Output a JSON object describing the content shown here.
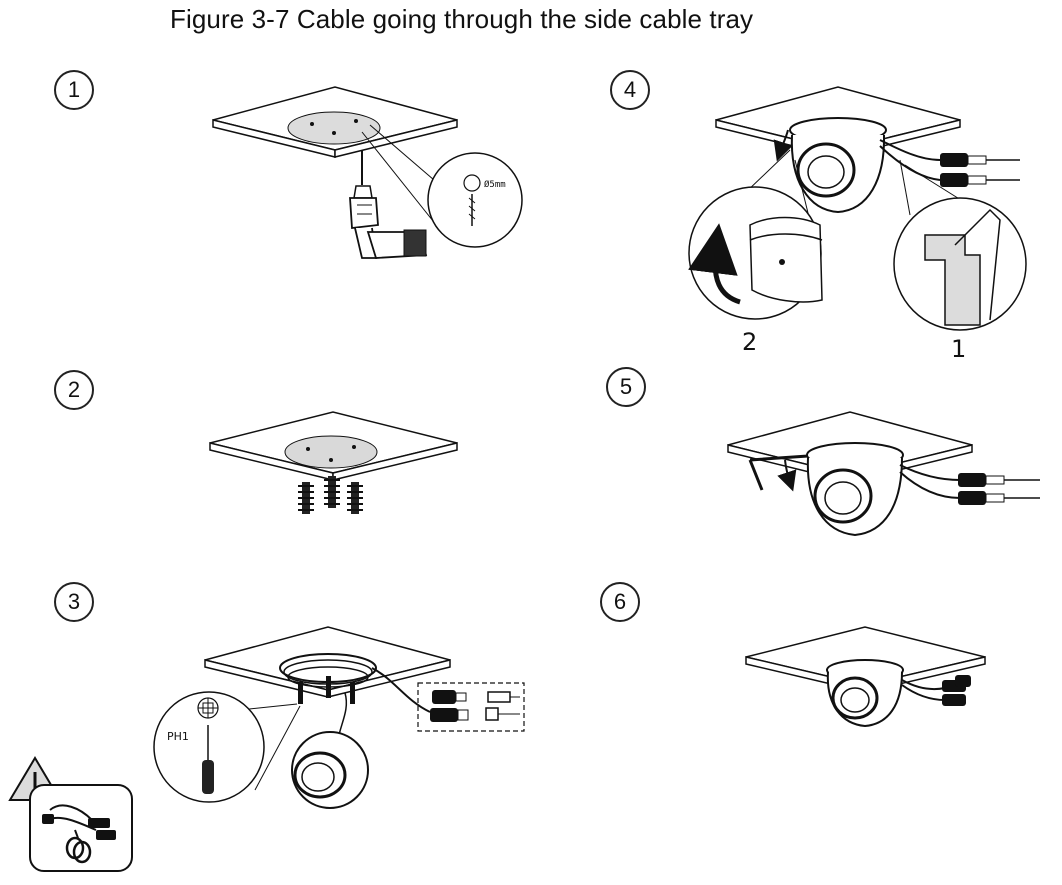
{
  "figure": {
    "caption": "Figure 3-7 Cable going through the side cable tray"
  },
  "steps": [
    {
      "number": "1"
    },
    {
      "number": "2"
    },
    {
      "number": "3"
    },
    {
      "number": "4"
    },
    {
      "number": "5"
    },
    {
      "number": "6"
    }
  ],
  "callouts": {
    "drill_size": "Ø5mm",
    "screwdriver_type": "PH1",
    "detail_label_2": "2",
    "detail_label_1": "1"
  },
  "icons": {
    "warning": "warning-triangle-icon",
    "cable": "cable-bundle-icon"
  },
  "colors": {
    "line": "#111111",
    "plate_fill": "#dcdcdc",
    "mount_fill": "#d9d9d9"
  }
}
